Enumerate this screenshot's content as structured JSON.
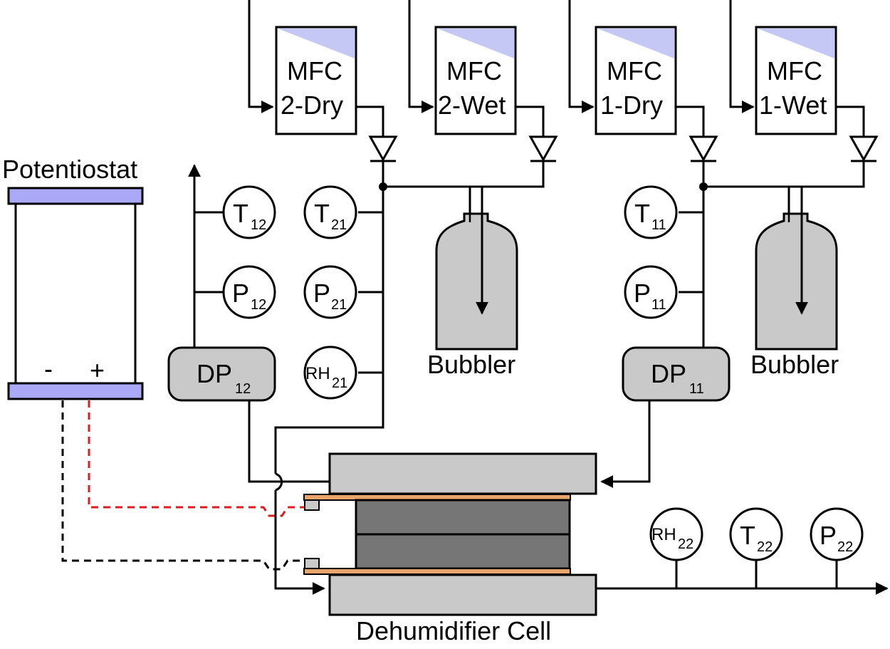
{
  "potentiostat": {
    "title": "Potentiostat",
    "minus": "-",
    "plus": "+"
  },
  "mfc": [
    {
      "line1": "MFC",
      "line2": "2-Dry"
    },
    {
      "line1": "MFC",
      "line2": "2-Wet"
    },
    {
      "line1": "MFC",
      "line2": "1-Dry"
    },
    {
      "line1": "MFC",
      "line2": "1-Wet"
    }
  ],
  "gauges": {
    "t12": {
      "main": "T",
      "sub": "12"
    },
    "p12": {
      "main": "P",
      "sub": "12"
    },
    "t21": {
      "main": "T",
      "sub": "21"
    },
    "p21": {
      "main": "P",
      "sub": "21"
    },
    "rh21": {
      "main": "RH",
      "sub": "21"
    },
    "t11": {
      "main": "T",
      "sub": "11"
    },
    "p11": {
      "main": "P",
      "sub": "11"
    },
    "rh22": {
      "main": "RH",
      "sub": "22"
    },
    "t22": {
      "main": "T",
      "sub": "22"
    },
    "p22": {
      "main": "P",
      "sub": "22"
    }
  },
  "dewpoint": {
    "dp12": {
      "main": "DP",
      "sub": "12"
    },
    "dp11": {
      "main": "DP",
      "sub": "11"
    }
  },
  "bubblers": [
    "Bubbler",
    "Bubbler"
  ],
  "cell_label": "Dehumidifier Cell",
  "colors": {
    "mfc_corner": "#c5c8f5",
    "potentiostat_bar": "#a9a9f7",
    "cell_plate": "#c9c9c9",
    "cell_membrane": "#767676",
    "positive_lead": "#e4191d",
    "negative_lead": "#000000",
    "gasket": "#e8a66c"
  }
}
